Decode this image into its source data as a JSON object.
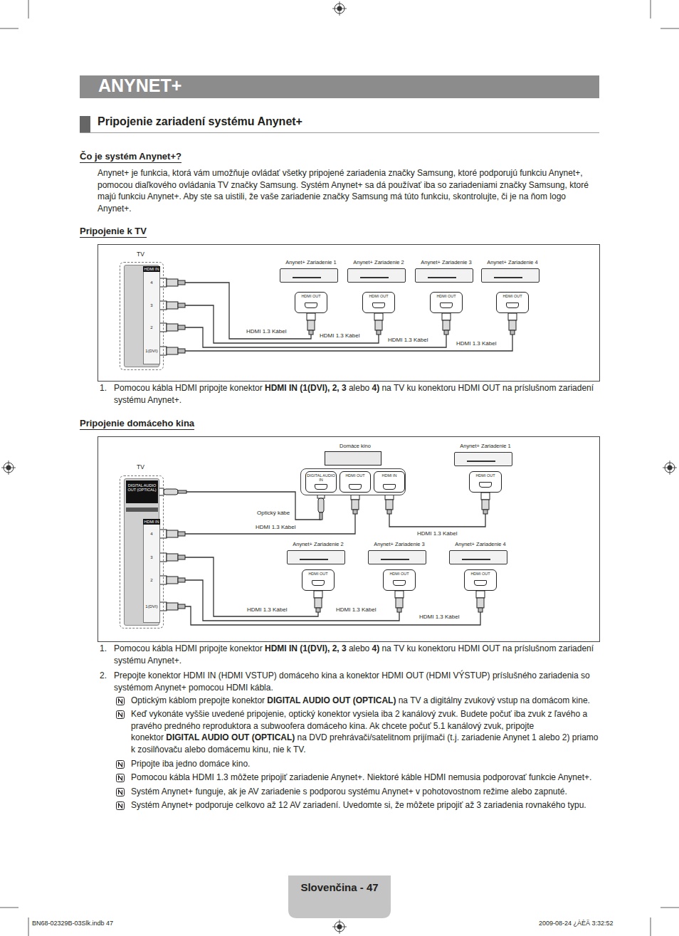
{
  "diagram": {
    "title": "ANYNET+",
    "nodes": [
      {
        "text": [
          "TV",
          "HDMI IN"
        ]
      },
      {
        "text": [
          "4"
        ],
        "in": 0
      },
      {
        "text": [
          "3"
        ],
        "in": 0
      },
      {
        "text": [
          "2"
        ],
        "in": 0
      },
      {
        "text": [
          "1(DVI)"
        ],
        "in": 0
      },
      {
        "text": [
          "Anynet+ Zariadenie 1"
        ]
      },
      {
        "text": [
          "HDMI OUT"
        ],
        "in": 5
      },
      {
        "text": [
          "Anynet+ Zariadenie 2"
        ]
      },
      {
        "text": [
          "HDMI OUT"
        ],
        "in": 7
      },
      {
        "text": [
          "Anynet+ Zariadenie 3"
        ]
      },
      {
        "text": [
          "HDMI OUT"
        ],
        "in": 9
      },
      {
        "text": [
          "Anynet+ Zariadenie 4"
        ]
      },
      {
        "text": [
          "HDMI OUT"
        ],
        "in": 11
      },
      {
        "text": [
          "TV",
          "HDMI IN"
        ]
      },
      {
        "text": [
          "DIGITAL AUDIO OUT (OPTICAL)"
        ],
        "in": 13
      },
      {
        "text": [
          "4"
        ],
        "in": 13
      },
      {
        "text": [
          "3"
        ],
        "in": 13
      },
      {
        "text": [
          "2"
        ],
        "in": 13
      },
      {
        "text": [
          "1(DVI)"
        ],
        "in": 13
      },
      {
        "text": [
          "Domáce kino"
        ]
      },
      {
        "text": [
          "DIGITAL AUDIO IN"
        ],
        "in": 19
      },
      {
        "text": [
          "HDMI OUT"
        ],
        "in": 19
      },
      {
        "text": [
          "HDMI IN"
        ],
        "in": 19
      },
      {
        "text": [
          "Anynet+ Zariadenie 1"
        ]
      },
      {
        "text": [
          "HDMI OUT"
        ],
        "in": 23
      },
      {
        "text": [
          "Anynet+ Zariadenie 2"
        ]
      },
      {
        "text": [
          "HDMI OUT"
        ],
        "in": 25
      },
      {
        "text": [
          "Anynet+ Zariadenie 3"
        ]
      },
      {
        "text": [
          "HDMI OUT"
        ],
        "in": 27
      },
      {
        "text": [
          "Anynet+ Zariadenie 4"
        ]
      },
      {
        "text": [
          "HDMI OUT"
        ],
        "in": 29
      }
    ],
    "edges": [
      {
        "from": 1,
        "to": 6,
        "label": "HDMI 1.3 Kábel",
        "arrow": "none"
      },
      {
        "from": 2,
        "to": 8,
        "label": "HDMI 1.3 Kábel",
        "arrow": "none"
      },
      {
        "from": 3,
        "to": 10,
        "label": "HDMI 1.3 Kábel",
        "arrow": "none"
      },
      {
        "from": 4,
        "to": 12,
        "label": "HDMI 1.3 Kábel",
        "arrow": "none"
      },
      {
        "from": 14,
        "to": 20,
        "label": "Optický kábe",
        "arrow": "none"
      },
      {
        "from": 15,
        "to": 21,
        "label": "HDMI 1.3 Kábel",
        "arrow": "none"
      },
      {
        "from": 22,
        "to": 24,
        "label": "HDMI 1.3 Kábel",
        "arrow": "none"
      },
      {
        "from": 16,
        "to": 26,
        "label": "HDMI 1.3 Kábel",
        "arrow": "none"
      },
      {
        "from": 17,
        "to": 28,
        "label": "HDMI 1.3 Kábel",
        "arrow": "none"
      },
      {
        "from": 18,
        "to": 30,
        "label": "HDMI 1.3 Kábel",
        "arrow": "none"
      }
    ],
    "labels": [
      "Pripojenie zariadení systému Anynet+",
      "Čo je systém Anynet+?",
      "Anynet+ je funkcia, ktorá vám umožňuje ovládať všetky pripojené zariadenia značky Samsung, ktoré podporujú funkciu Anynet+, pomocou diaľkového ovládania TV značky Samsung. Systém Anynet+ sa dá používať iba so zariadeniami značky Samsung, ktoré majú funkciu Anynet+. Aby ste sa uistili, že vaše zariadenie značky Samsung má túto funkciu, skontrolujte, či je na ňom logo Anynet+.",
      "Pripojenie k TV",
      "1.",
      "Pomocou kábla HDMI pripojte konektor",
      "HDMI IN (1(DVI), 2, 3",
      "alebo",
      "4)",
      "na TV ku konektoru HDMI OUT na príslušnom zariadení systému Anynet+.",
      "Pripojenie domáceho kina",
      "1.",
      "Pomocou kábla HDMI pripojte konektor",
      "HDMI IN (1(DVI), 2, 3",
      "alebo",
      "4)",
      "na TV ku konektoru HDMI OUT na príslušnom zariadení systému Anynet+.",
      "2.",
      "Prepojte konektor HDMI IN (HDMI VSTUP) domáceho kina a konektor HDMI OUT (HDMI VÝSTUP) príslušného zariadenia so systémom Anynet+ pomocou HDMI kábla.",
      "Optickým káblom prepojte konektor",
      "DIGITAL AUDIO OUT (OPTICAL)",
      "na TV a digitálny zvukový vstup na domácom kine.",
      "Keď vykonáte vyššie uvedené pripojenie, optický konektor vysiela iba 2 kanálový zvuk. Budete počuť iba zvuk z ľavého a pravého predného reproduktora a subwoofera domáceho kina. Ak chcete počuť 5.1 kanálový zvuk, pripojte konektor",
      "DIGITAL AUDIO OUT (OPTICAL)",
      "na DVD prehrávači/satelitnom prijímači (t.j. zariadenie Anynet 1 alebo 2) priamo k zosilňovaču alebo domácemu kinu, nie k TV.",
      "Pripojte iba jedno domáce kino.",
      "Pomocou kábla HDMI 1.3 môžete pripojiť zariadenie Anynet+. Niektoré káble HDMI nemusia podporovať funkcie Anynet+.",
      "Systém Anynet+ funguje, ak je AV zariadenie s podporou systému Anynet+ v pohotovostnom režime alebo zapnuté.",
      "Systém Anynet+ podporuje celkovo až 12 AV zariadení. Uvedomte si, že môžete pripojiť až 3 zariadenia rovnakého typu.",
      "Slovenčina - 47",
      "BN68-02329B-03Slk.indb 47",
      "2009-08-24 ¿ÀÈÄ 3:32:52"
    ]
  }
}
